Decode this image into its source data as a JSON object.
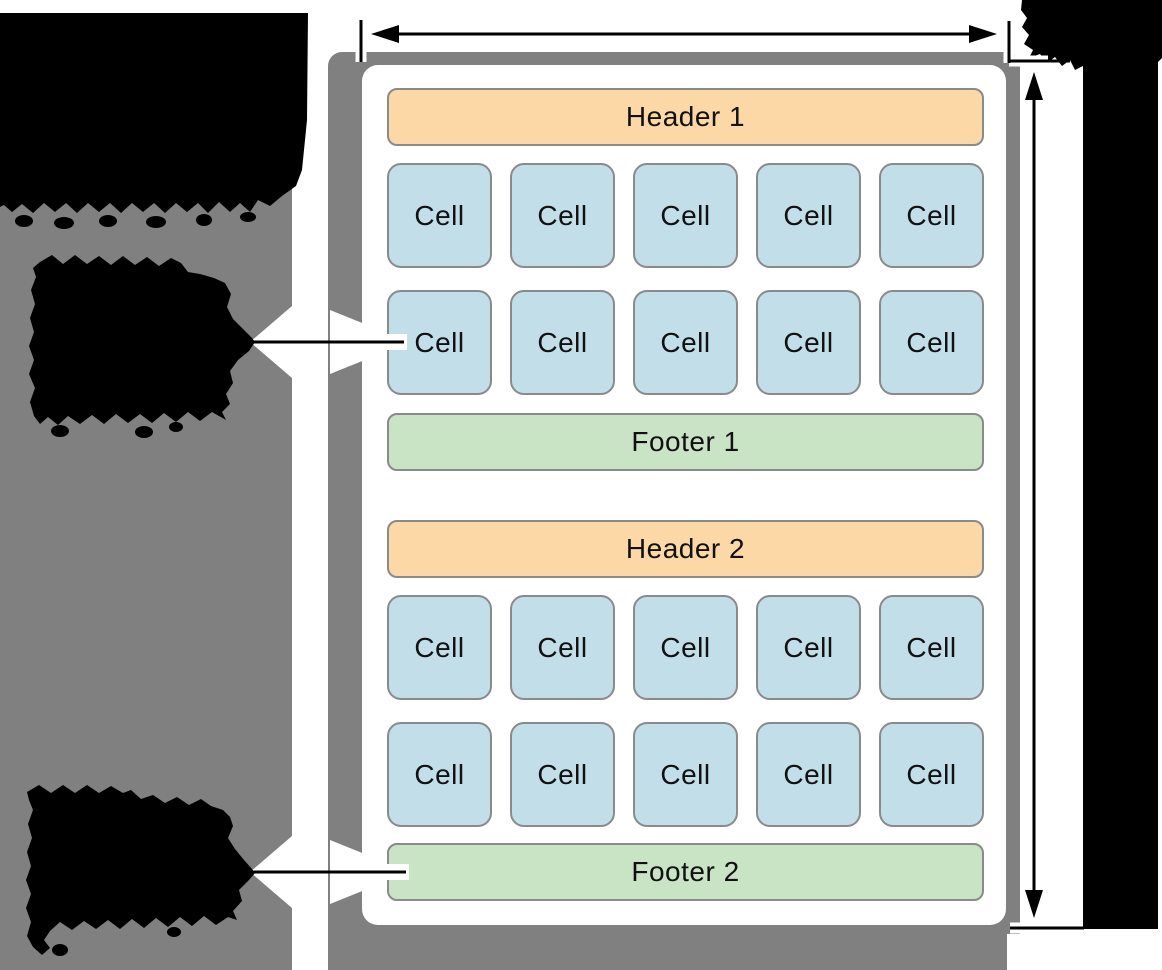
{
  "diagram": {
    "kind": "collection-view-flow-layout-diagram",
    "colors": {
      "panel_gray": "#808080",
      "content_fill": "#ffffff",
      "header_fill": "#fbd8a6",
      "footer_fill": "#c9e3c5",
      "cell_fill": "#c2dfe9",
      "box_border": "#8a8a8a",
      "annotation_black": "#000000"
    },
    "sections": [
      {
        "header_label": "Header 1",
        "footer_label": "Footer 1",
        "cell_rows": [
          [
            "Cell",
            "Cell",
            "Cell",
            "Cell",
            "Cell"
          ],
          [
            "Cell",
            "Cell",
            "Cell",
            "Cell",
            "Cell"
          ]
        ]
      },
      {
        "header_label": "Header 2",
        "footer_label": "Footer 2",
        "cell_rows": [
          [
            "Cell",
            "Cell",
            "Cell",
            "Cell",
            "Cell"
          ],
          [
            "Cell",
            "Cell",
            "Cell",
            "Cell",
            "Cell"
          ]
        ]
      }
    ],
    "annotations": {
      "width_dimension_arrow": "horizontal double-headed arrow across top, between end ticks",
      "height_dimension_arrow": "vertical double-headed arrow on right side, between end ticks",
      "callouts": [
        {
          "target": "first cell of second row, section 1"
        },
        {
          "target": "left edge of Footer 2"
        }
      ],
      "redacted_label_regions": [
        "top-left paragraph block",
        "middle-left callout label block",
        "bottom-left callout label block",
        "top-right label block",
        "right vertical label column"
      ]
    }
  }
}
